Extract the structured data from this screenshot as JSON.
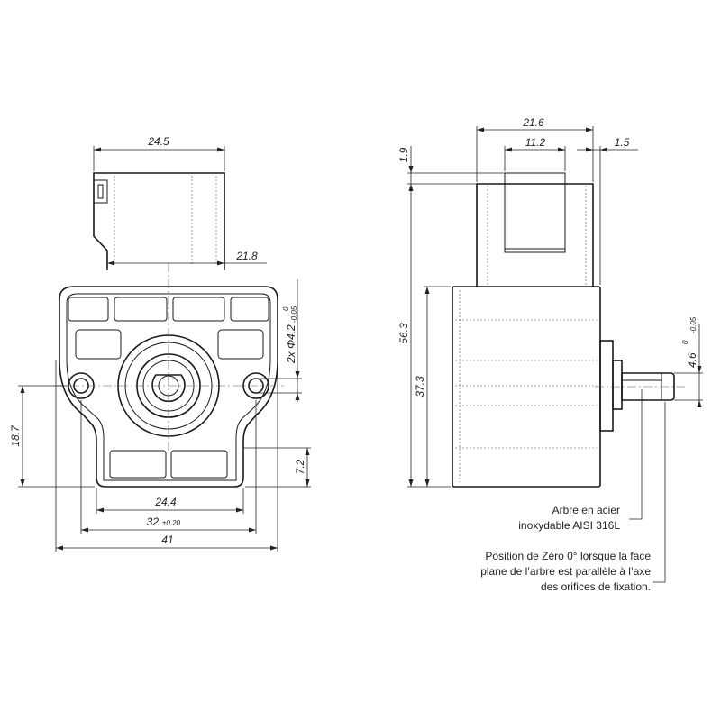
{
  "dimensions": {
    "width_top": "24.5",
    "width_connector": "21.8",
    "hole_dia_prefix": "2x Φ4.2",
    "hole_dia_tol_upper": "0",
    "hole_dia_tol_lower": "-0.05",
    "height_to_holes": "18.7",
    "height_lower": "7.2",
    "width_inner": "24.4",
    "hole_spacing": "32",
    "hole_spacing_tol": "±0.20",
    "width_total": "41",
    "side_width": "21.6",
    "side_slot": "11.2",
    "side_edge": "1.5",
    "side_top": "1.9",
    "side_height_total": "56.3",
    "side_height_body": "37.3",
    "shaft_dia": "4.6",
    "shaft_tol_upper": "0",
    "shaft_tol_lower": "-0.05"
  },
  "notes": {
    "shaft_line1": "Arbre en acier",
    "shaft_line2": "inoxydable AISI 316L",
    "zero_line1": "Position de Zéro 0° lorsque la face",
    "zero_line2": "plane de l’arbre est parallèle à l’axe",
    "zero_line3": "des orifices de fixation."
  }
}
